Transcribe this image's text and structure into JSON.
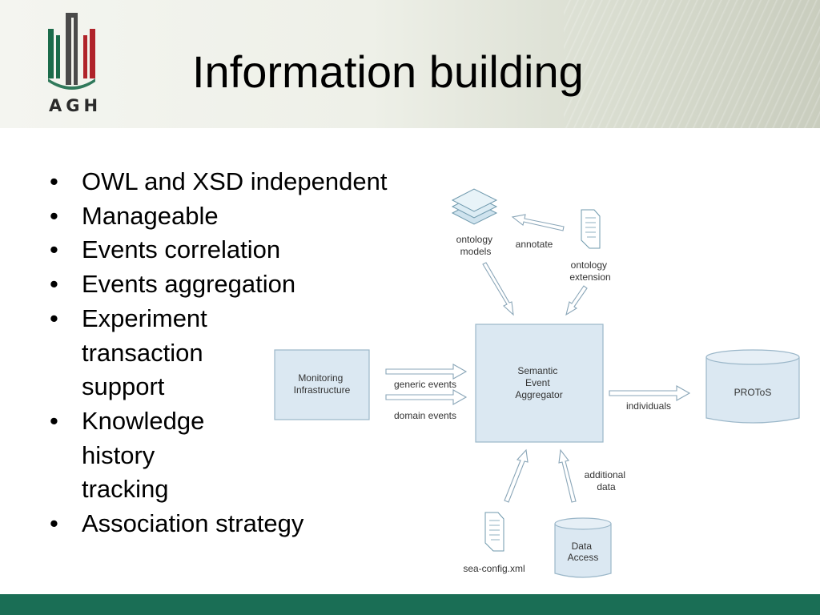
{
  "slide": {
    "title": "Information building",
    "logo_text": "AGH",
    "colors": {
      "footer": "#1a6e55",
      "logo_green": "#1b6b4a",
      "logo_red": "#b0232a",
      "logo_gray": "#4a4a4a",
      "node_fill": "#dbe8f2",
      "node_stroke": "#9bb7c9"
    }
  },
  "bullets": [
    "OWL and XSD independent",
    "Manageable",
    "Events correlation",
    "Events aggregation",
    "Experiment transaction support",
    "Knowledge history tracking",
    "Association strategy"
  ],
  "diagram": {
    "nodes": {
      "aggregator": [
        "Semantic",
        "Event",
        "Aggregator"
      ],
      "monitoring": [
        "Monitoring",
        "Infrastructure"
      ],
      "protos": "PROToS",
      "data_access": [
        "Data",
        "Access"
      ],
      "ontology_models": [
        "ontology",
        "models"
      ],
      "ontology_extension": [
        "ontology",
        "extension"
      ],
      "sea_config": "sea-config.xml"
    },
    "edges": {
      "annotate": "annotate",
      "generic_events": "generic events",
      "domain_events": "domain events",
      "individuals": "individuals",
      "additional_data": [
        "additional",
        "data"
      ]
    },
    "icons": {
      "models": "stacked-layers-icon",
      "document": "document-icon"
    }
  }
}
